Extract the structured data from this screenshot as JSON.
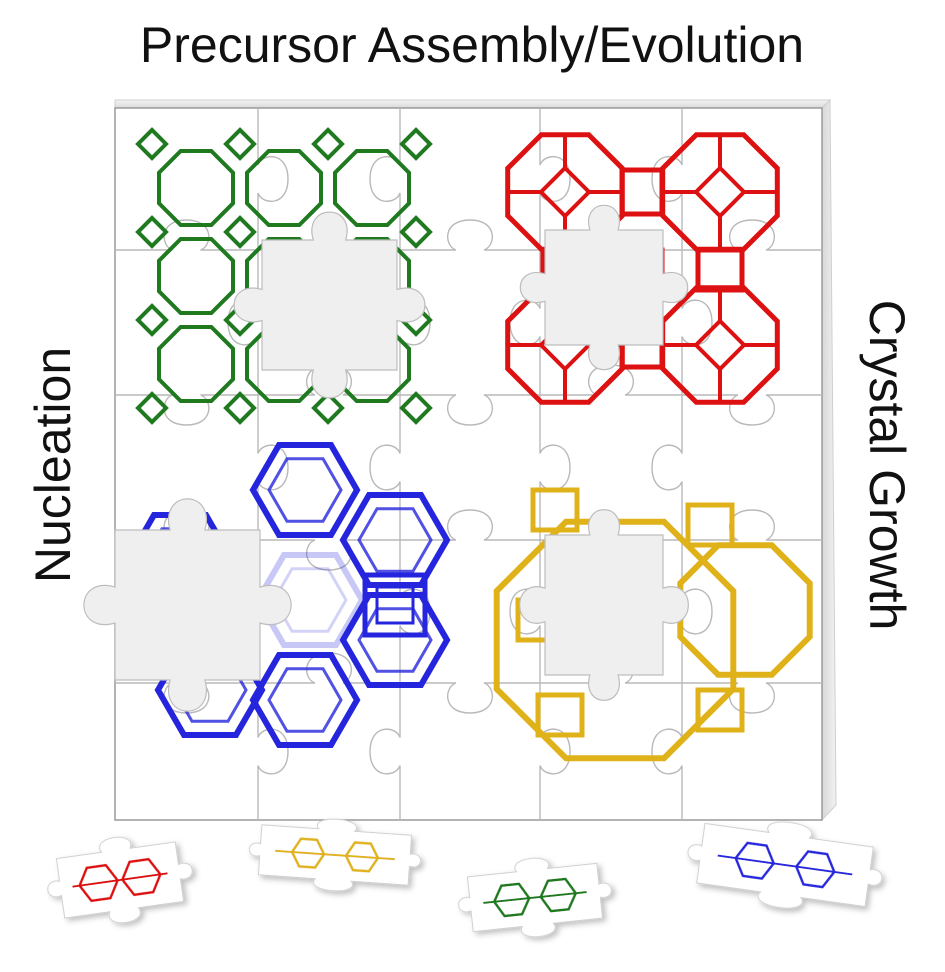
{
  "labels": {
    "top": "Precursor Assembly/Evolution",
    "left": "Nucleation",
    "right": "Crystal Growth"
  },
  "colors": {
    "green": "#1f7a1f",
    "red": "#dd1111",
    "blue": "#2525dd",
    "gold": "#e0b21a",
    "board": "#ffffff",
    "piece": "#efefef",
    "seam": "#b9b9b9"
  },
  "frameworks": [
    {
      "name": "green-framework",
      "color": "green"
    },
    {
      "name": "red-framework",
      "color": "red"
    },
    {
      "name": "blue-framework",
      "color": "blue"
    },
    {
      "name": "gold-framework",
      "color": "gold"
    }
  ],
  "loose_pieces": [
    {
      "name": "loose-piece-red",
      "color": "red"
    },
    {
      "name": "loose-piece-gold",
      "color": "gold"
    },
    {
      "name": "loose-piece-green",
      "color": "green"
    },
    {
      "name": "loose-piece-blue",
      "color": "blue"
    }
  ]
}
